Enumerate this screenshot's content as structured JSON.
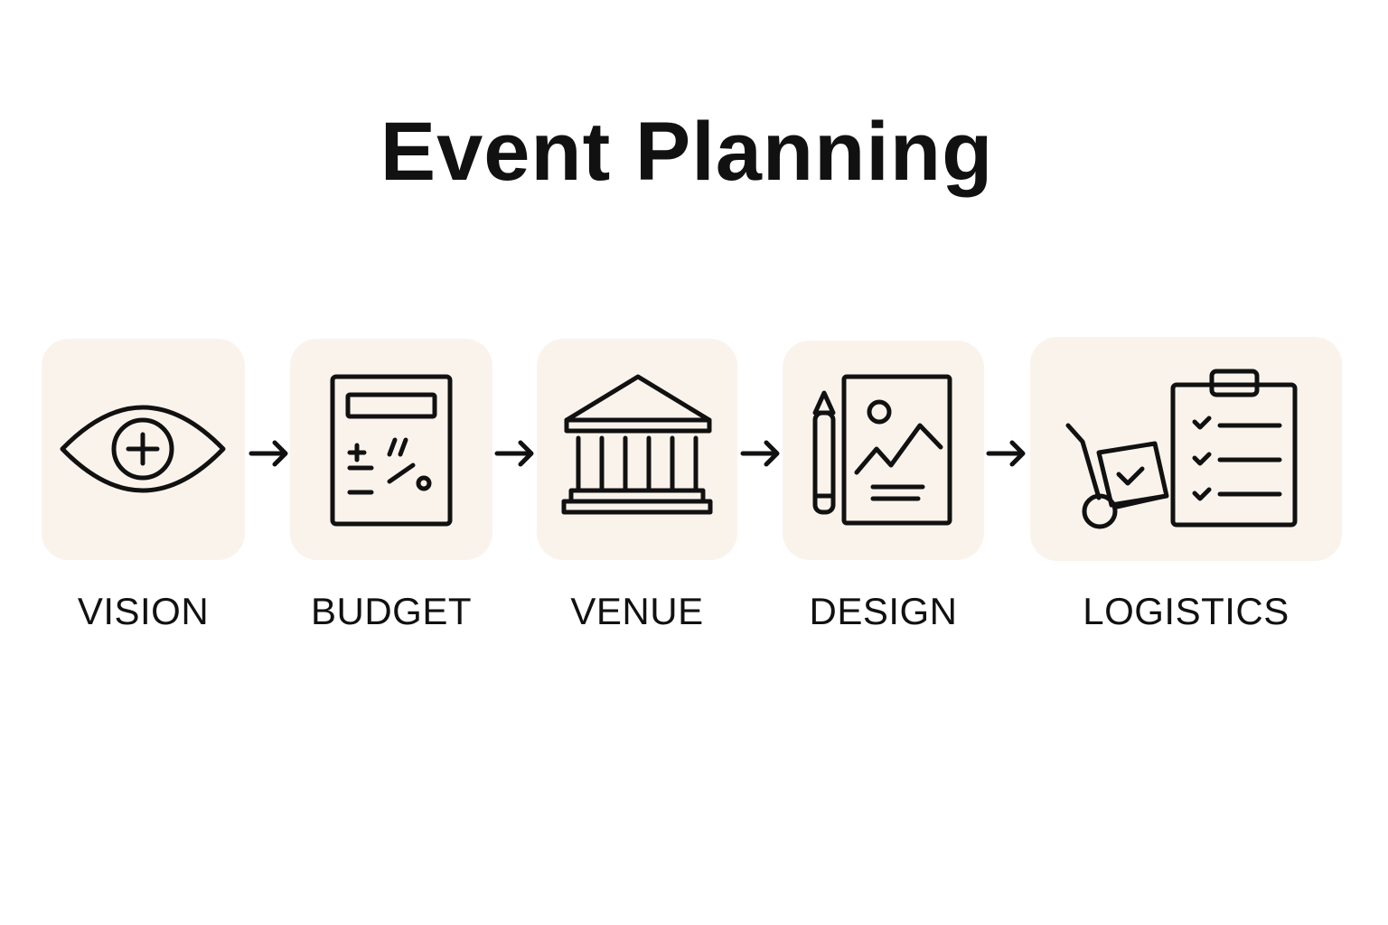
{
  "title": "Event Planning",
  "colors": {
    "tile_background": "#faf3ec",
    "icon_stroke": "#111111",
    "text": "#111111"
  },
  "steps": [
    {
      "label": "VISION",
      "icon": "eye-icon"
    },
    {
      "label": "BUDGET",
      "icon": "calculator-icon"
    },
    {
      "label": "VENUE",
      "icon": "building-icon"
    },
    {
      "label": "DESIGN",
      "icon": "design-icon"
    },
    {
      "label": "LOGISTICS",
      "icon": "logistics-icon"
    }
  ],
  "connectors": [
    "arrow-right-icon",
    "arrow-right-icon",
    "arrow-right-icon",
    "arrow-right-icon"
  ]
}
